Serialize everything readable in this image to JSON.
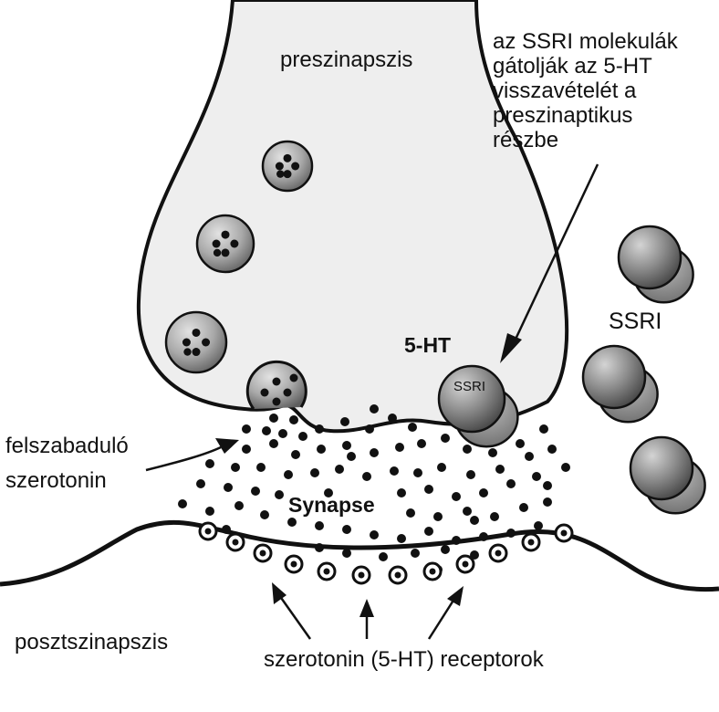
{
  "labels": {
    "presynapse": "preszinapszis",
    "postsynapse": "posztszinapszis",
    "synapse": "Synapse",
    "ht5": "5-HT",
    "ssri": "SSRI",
    "ssri_molecule": "SSRI",
    "released": [
      "felszabaduló",
      "szerotonin"
    ],
    "receptors": "szerotonin (5-HT) receptorok",
    "ssri_note": [
      "az SSRI molekulák",
      "gátolják az 5-HT",
      "visszavételét a",
      "preszinaptikus",
      "részbe"
    ]
  },
  "colors": {
    "outline": "#111111",
    "cell_fill": "#eeeeee",
    "vesicle_fill": "#a9a9a9",
    "ssri_fill": "#7a7a7a",
    "dot": "#111111",
    "background": "#ffffff"
  }
}
